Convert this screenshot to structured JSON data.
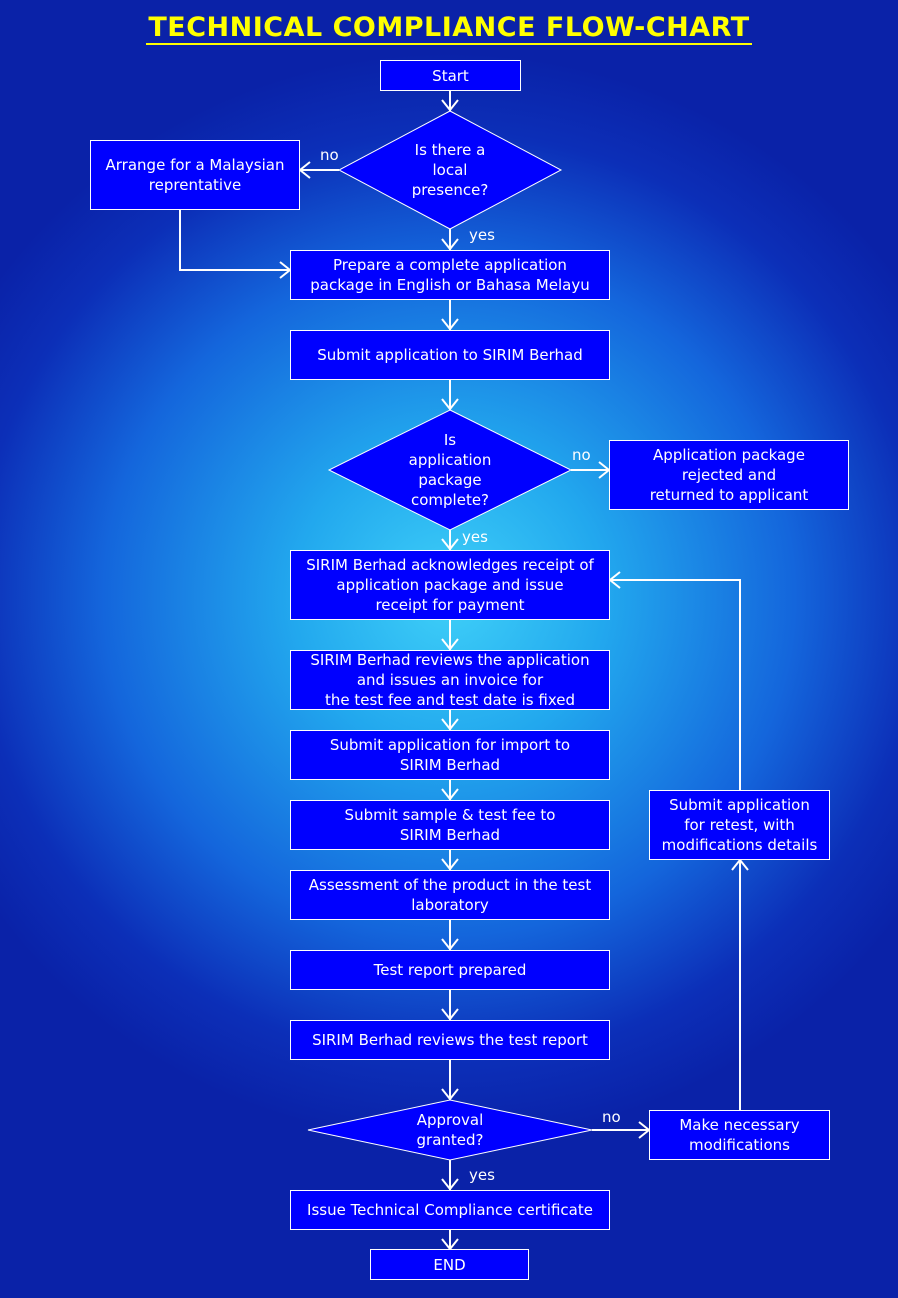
{
  "title": "TECHNICAL COMPLIANCE FLOW-CHART",
  "colors": {
    "background": "#1a7fe6",
    "box_fill": "#0000ff",
    "line": "#ffffff",
    "title": "#ffff00"
  },
  "nodes": {
    "start": "Start",
    "q_local": "Is there a\nlocal\npresence?",
    "arrange_rep": "Arrange for a Malaysian\nreprentative",
    "prepare": "Prepare a complete application\npackage in English or Bahasa Melayu",
    "submit_app": "Submit application to SIRIM Berhad",
    "q_complete": "Is\napplication\npackage\ncomplete?",
    "rejected": "Application package\nrejected and\nreturned  to applicant",
    "acknowledge": "SIRIM Berhad acknowledges receipt of\napplication package and issue\nreceipt for payment",
    "review_app": "SIRIM Berhad reviews the application\nand issues an invoice for\nthe test fee and test date is fixed",
    "submit_import": "Submit application for import to\nSIRIM Berhad",
    "submit_sample": "Submit sample & test fee to\nSIRIM Berhad",
    "assessment": "Assessment of the product in the test\nlaboratory",
    "test_report": "Test report prepared",
    "review_report": "SIRIM Berhad reviews the test report",
    "q_approval": "Approval\ngranted?",
    "modifications": "Make necessary\nmodifications",
    "retest": "Submit application\nfor retest, with\nmodifications details",
    "issue_cert": "Issue Technical Compliance certificate",
    "end": "END"
  },
  "labels": {
    "no_local": "no",
    "yes_local": "yes",
    "no_complete": "no",
    "yes_complete": "yes",
    "no_approval": "no",
    "yes_approval": "yes"
  }
}
